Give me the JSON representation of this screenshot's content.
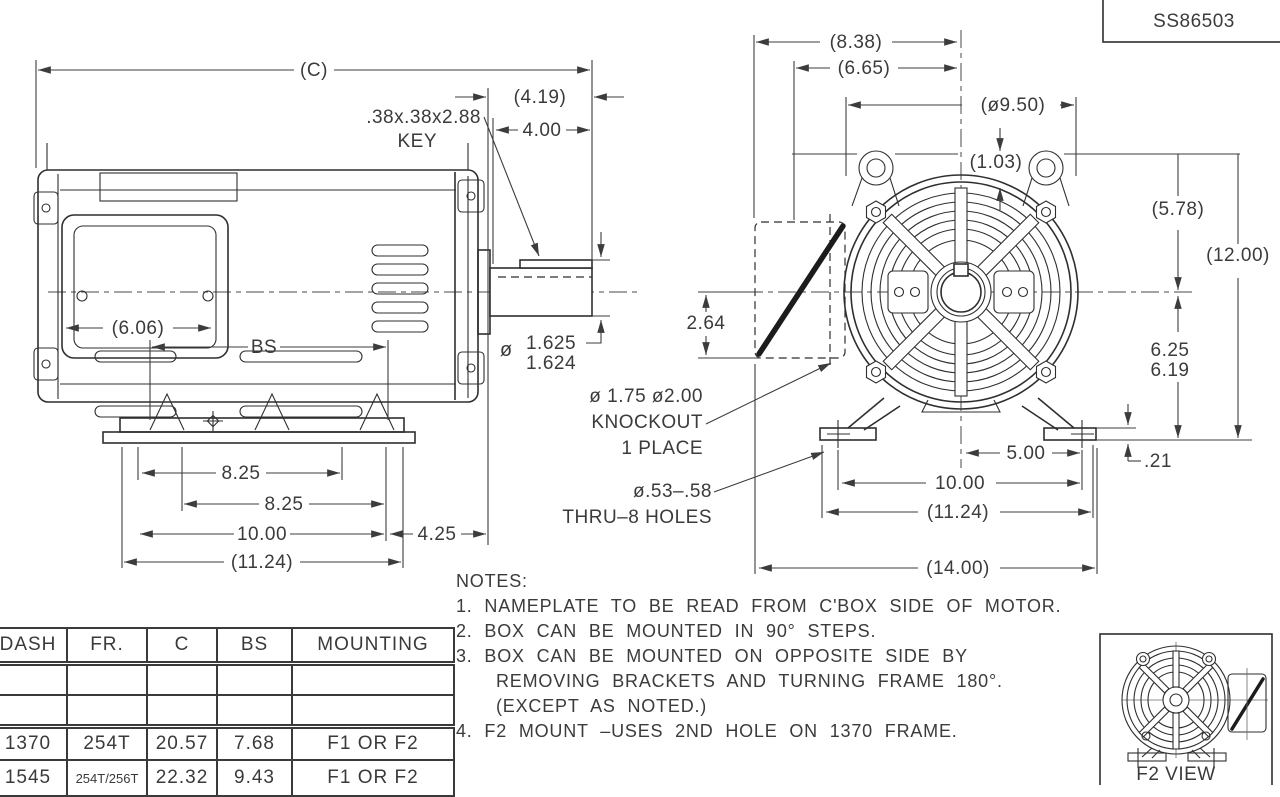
{
  "title_block": {
    "drawing_number": "SS86503"
  },
  "side_view": {
    "overall_length": "(C)",
    "shaft_ext_overall": "(4.19)",
    "shaft_ext": "4.00",
    "key_size": ".38x.38x2.88",
    "key_word": "KEY",
    "cbox_width": "(6.06)",
    "bs": "BS",
    "shaft_dia_sym": "ø",
    "shaft_dia_max": "1.625",
    "shaft_dia_min": "1.624",
    "hole_span_f1": "8.25",
    "hole_span_f2": "8.25",
    "hole_span_total": "10.00",
    "base_length": "(11.24)",
    "shaft_overhang": "4.25"
  },
  "front_view": {
    "cbox_face_to_cl": "(8.38)",
    "cbox_inner_to_cl": "(6.65)",
    "guard_dia": "(ø9.50)",
    "guard_to_top": "(1.03)",
    "cl_to_top": "(5.78)",
    "overall_height": "(12.00)",
    "cbox_below_cl": "2.64",
    "shaft_height_max": "6.25",
    "shaft_height_min": "6.19",
    "foot_half_span": "5.00",
    "foot_hole_span": "10.00",
    "foot_pad_span": "(11.24)",
    "overall_width": "(14.00)",
    "foot_thickness": ".21",
    "knockout_size": "ø 1.75 ø2.00",
    "knockout_label": "KNOCKOUT",
    "knockout_qty": "1 PLACE",
    "thru_hole_size": "ø.53–.58",
    "thru_hole_label": "THRU–8 HOLES"
  },
  "notes": {
    "heading": "NOTES:",
    "lines": [
      "1. NAMEPLATE TO BE READ FROM C'BOX SIDE OF MOTOR.",
      "2. BOX CAN BE MOUNTED IN 90° STEPS.",
      "3. BOX CAN BE MOUNTED ON OPPOSITE SIDE BY",
      "REMOVING BRACKETS AND TURNING FRAME 180°.",
      "(EXCEPT AS NOTED.)",
      "4. F2 MOUNT –USES 2ND HOLE ON 1370 FRAME."
    ]
  },
  "table": {
    "headers": [
      "DASH",
      "FR.",
      "C",
      "BS",
      "MOUNTING"
    ],
    "rows": [
      [
        "",
        "",
        "",
        "",
        ""
      ],
      [
        "",
        "",
        "",
        "",
        ""
      ],
      [
        "1370",
        "254T",
        "20.57",
        "7.68",
        "F1 OR F2"
      ],
      [
        "1545",
        "254T/256T",
        "22.32",
        "9.43",
        "F1 OR F2"
      ]
    ]
  },
  "f2_view": {
    "label": "F2 VIEW"
  }
}
